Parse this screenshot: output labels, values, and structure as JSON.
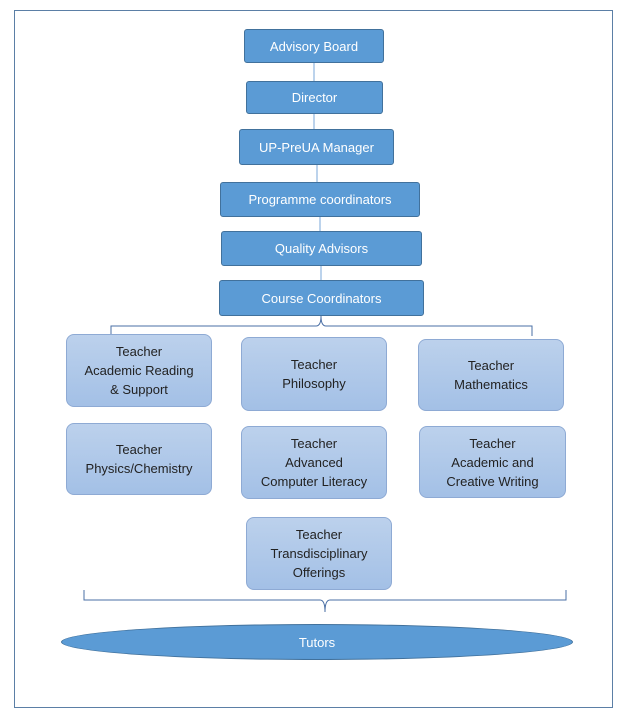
{
  "hierarchy": [
    "Advisory Board",
    "Director",
    "UP-PreUA Manager",
    "Programme coordinators",
    "Quality Advisors",
    "Course Coordinators"
  ],
  "teachers": [
    "Teacher\nAcademic Reading\n& Support",
    "Teacher\nPhilosophy",
    "Teacher\nMathematics",
    "Teacher\nPhysics/Chemistry",
    "Teacher\nAdvanced\nComputer Literacy",
    "Teacher\nAcademic and\nCreative Writing",
    "Teacher\nTransdisciplinary\nOfferings"
  ],
  "tutors": "Tutors",
  "colors": {
    "node_fill": "#5b9bd5",
    "node_border": "#41719c",
    "teacher_fill": "#a3c0e6",
    "frame": "#5b7fa6"
  }
}
